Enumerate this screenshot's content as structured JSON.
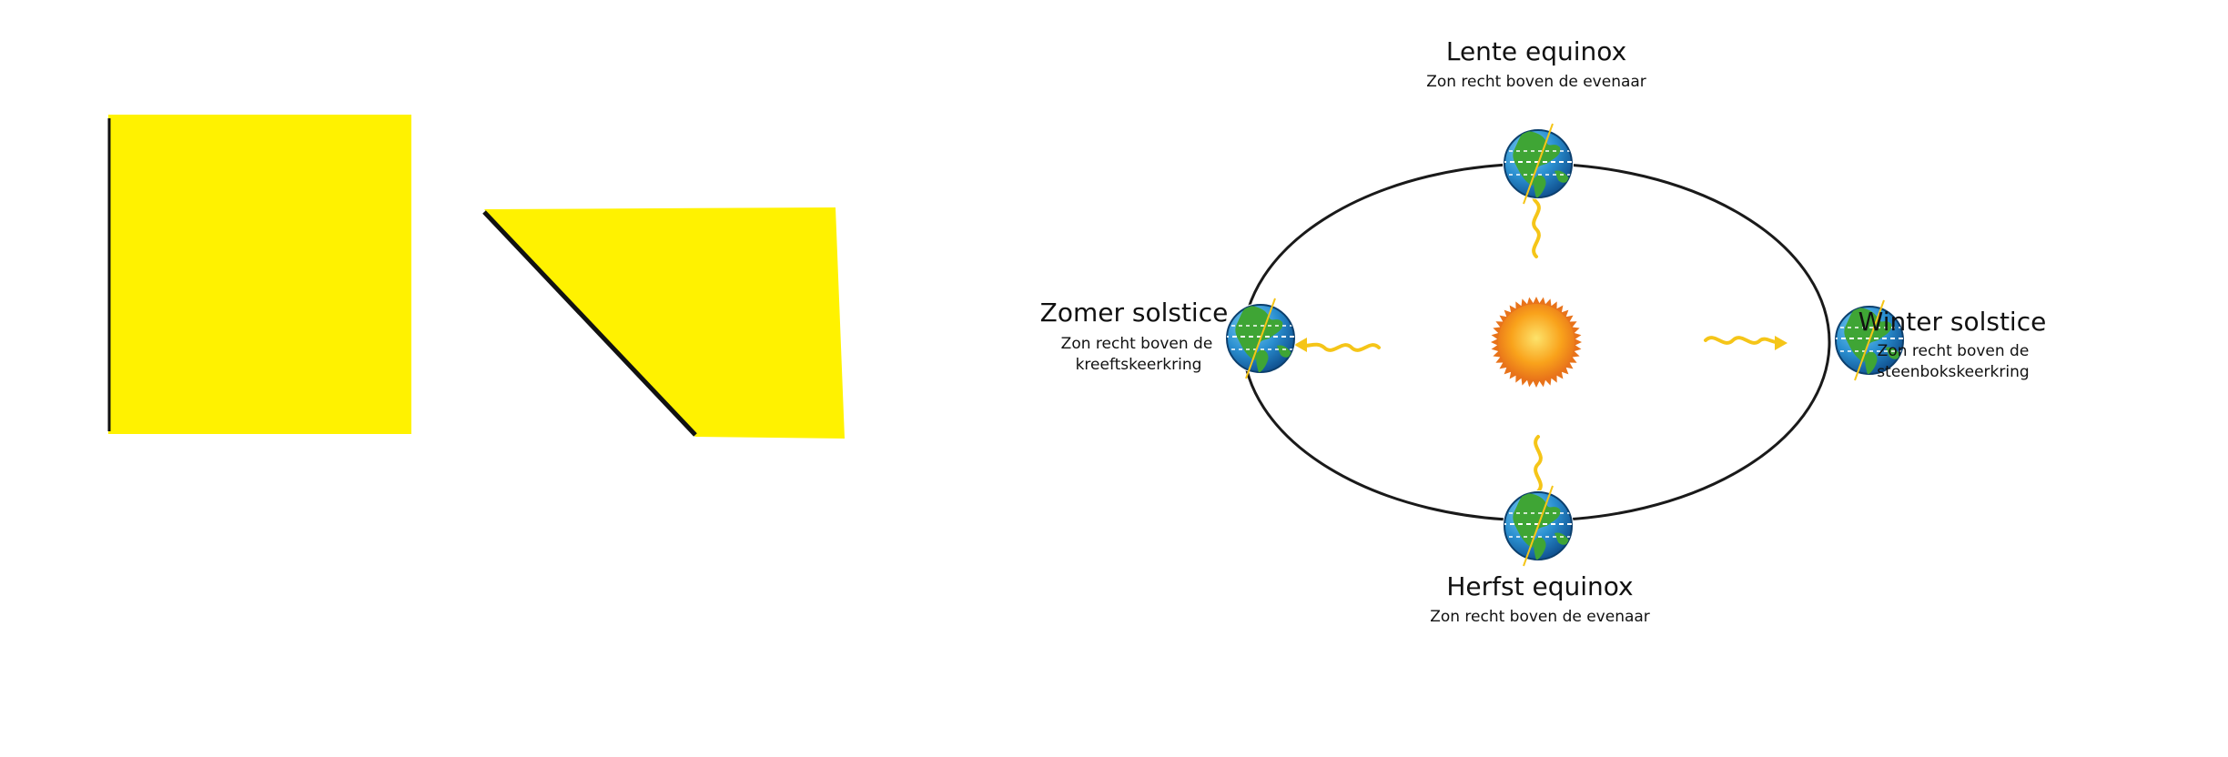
{
  "colors": {
    "shape_fill": "#fff200",
    "shape_edge": "#111111",
    "orbit": "#1a1a1a",
    "sun": "#f7941d",
    "ray": "#f5c518",
    "ocean": "#2a8fd0",
    "land": "#3fa535"
  },
  "shapes": {
    "square": "yellow-square",
    "trapezoid": "yellow-trapezoid"
  },
  "diagram": {
    "spring": {
      "title": "Lente equinox",
      "subtitle": "Zon recht boven de evenaar"
    },
    "summer": {
      "title": "Zomer solstice",
      "subtitle_line1": "Zon recht boven de",
      "subtitle_line2": "kreeftskeerkring"
    },
    "winter": {
      "title": "Winter solstice",
      "subtitle_line1": "Zon recht boven de",
      "subtitle_line2": "steenbokskeerkring"
    },
    "autumn": {
      "title": "Herfst equinox",
      "subtitle": "Zon recht boven de evenaar"
    }
  }
}
